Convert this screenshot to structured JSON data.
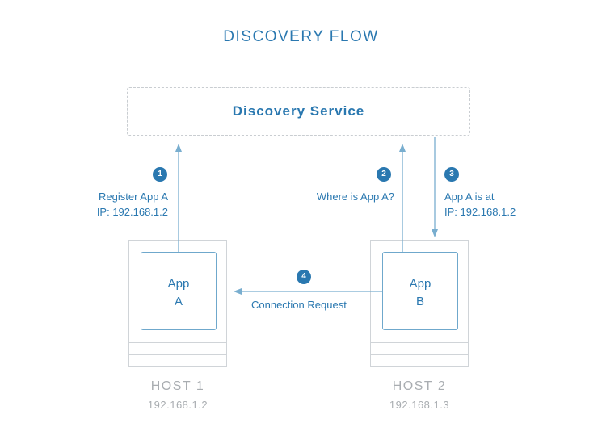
{
  "title": "DISCOVERY FLOW",
  "service": {
    "label": "Discovery Service"
  },
  "hosts": [
    {
      "name": "HOST 1",
      "ip": "192.168.1.2",
      "app_line1": "App",
      "app_line2": "A"
    },
    {
      "name": "HOST 2",
      "ip": "192.168.1.3",
      "app_line1": "App",
      "app_line2": "B"
    }
  ],
  "steps": [
    {
      "number": "1",
      "line1": "Register App A",
      "line2": "IP: 192.168.1.2"
    },
    {
      "number": "2",
      "line1": "Where is App A?"
    },
    {
      "number": "3",
      "line1": "App A is at",
      "line2": "IP: 192.168.1.2"
    },
    {
      "number": "4",
      "line1": "Connection Request"
    }
  ],
  "colors": {
    "accent": "#2a78b0",
    "arrow": "#79aecf",
    "muted": "#a9adb1",
    "border": "#d0d4d8"
  }
}
